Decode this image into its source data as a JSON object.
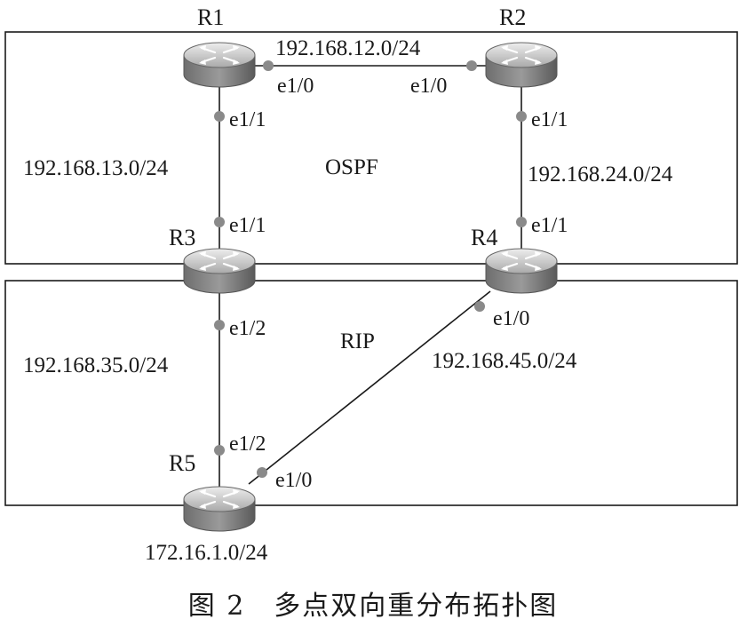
{
  "areas": [
    {
      "id": "ospf",
      "label": "OSPF"
    },
    {
      "id": "rip",
      "label": "RIP"
    }
  ],
  "routers": [
    {
      "id": "r1",
      "label": "R1"
    },
    {
      "id": "r2",
      "label": "R2"
    },
    {
      "id": "r3",
      "label": "R3"
    },
    {
      "id": "r4",
      "label": "R4"
    },
    {
      "id": "r5",
      "label": "R5"
    }
  ],
  "interfaces": {
    "r1_e10": "e1/0",
    "r2_e10": "e1/0",
    "r1_e11": "e1/1",
    "r2_e11": "e1/1",
    "r3_e11": "e1/1",
    "r4_e11": "e1/1",
    "r3_e12": "e1/2",
    "r4_e10": "e1/0",
    "r5_e12": "e1/2",
    "r5_e10": "e1/0"
  },
  "networks": {
    "r1_r2": "192.168.12.0/24",
    "r1_r3": "192.168.13.0/24",
    "r2_r4": "192.168.24.0/24",
    "r3_r5": "192.168.35.0/24",
    "r4_r5": "192.168.45.0/24",
    "r5_lan": "172.16.1.0/24"
  },
  "caption": "图 2　多点双向重分布拓扑图"
}
